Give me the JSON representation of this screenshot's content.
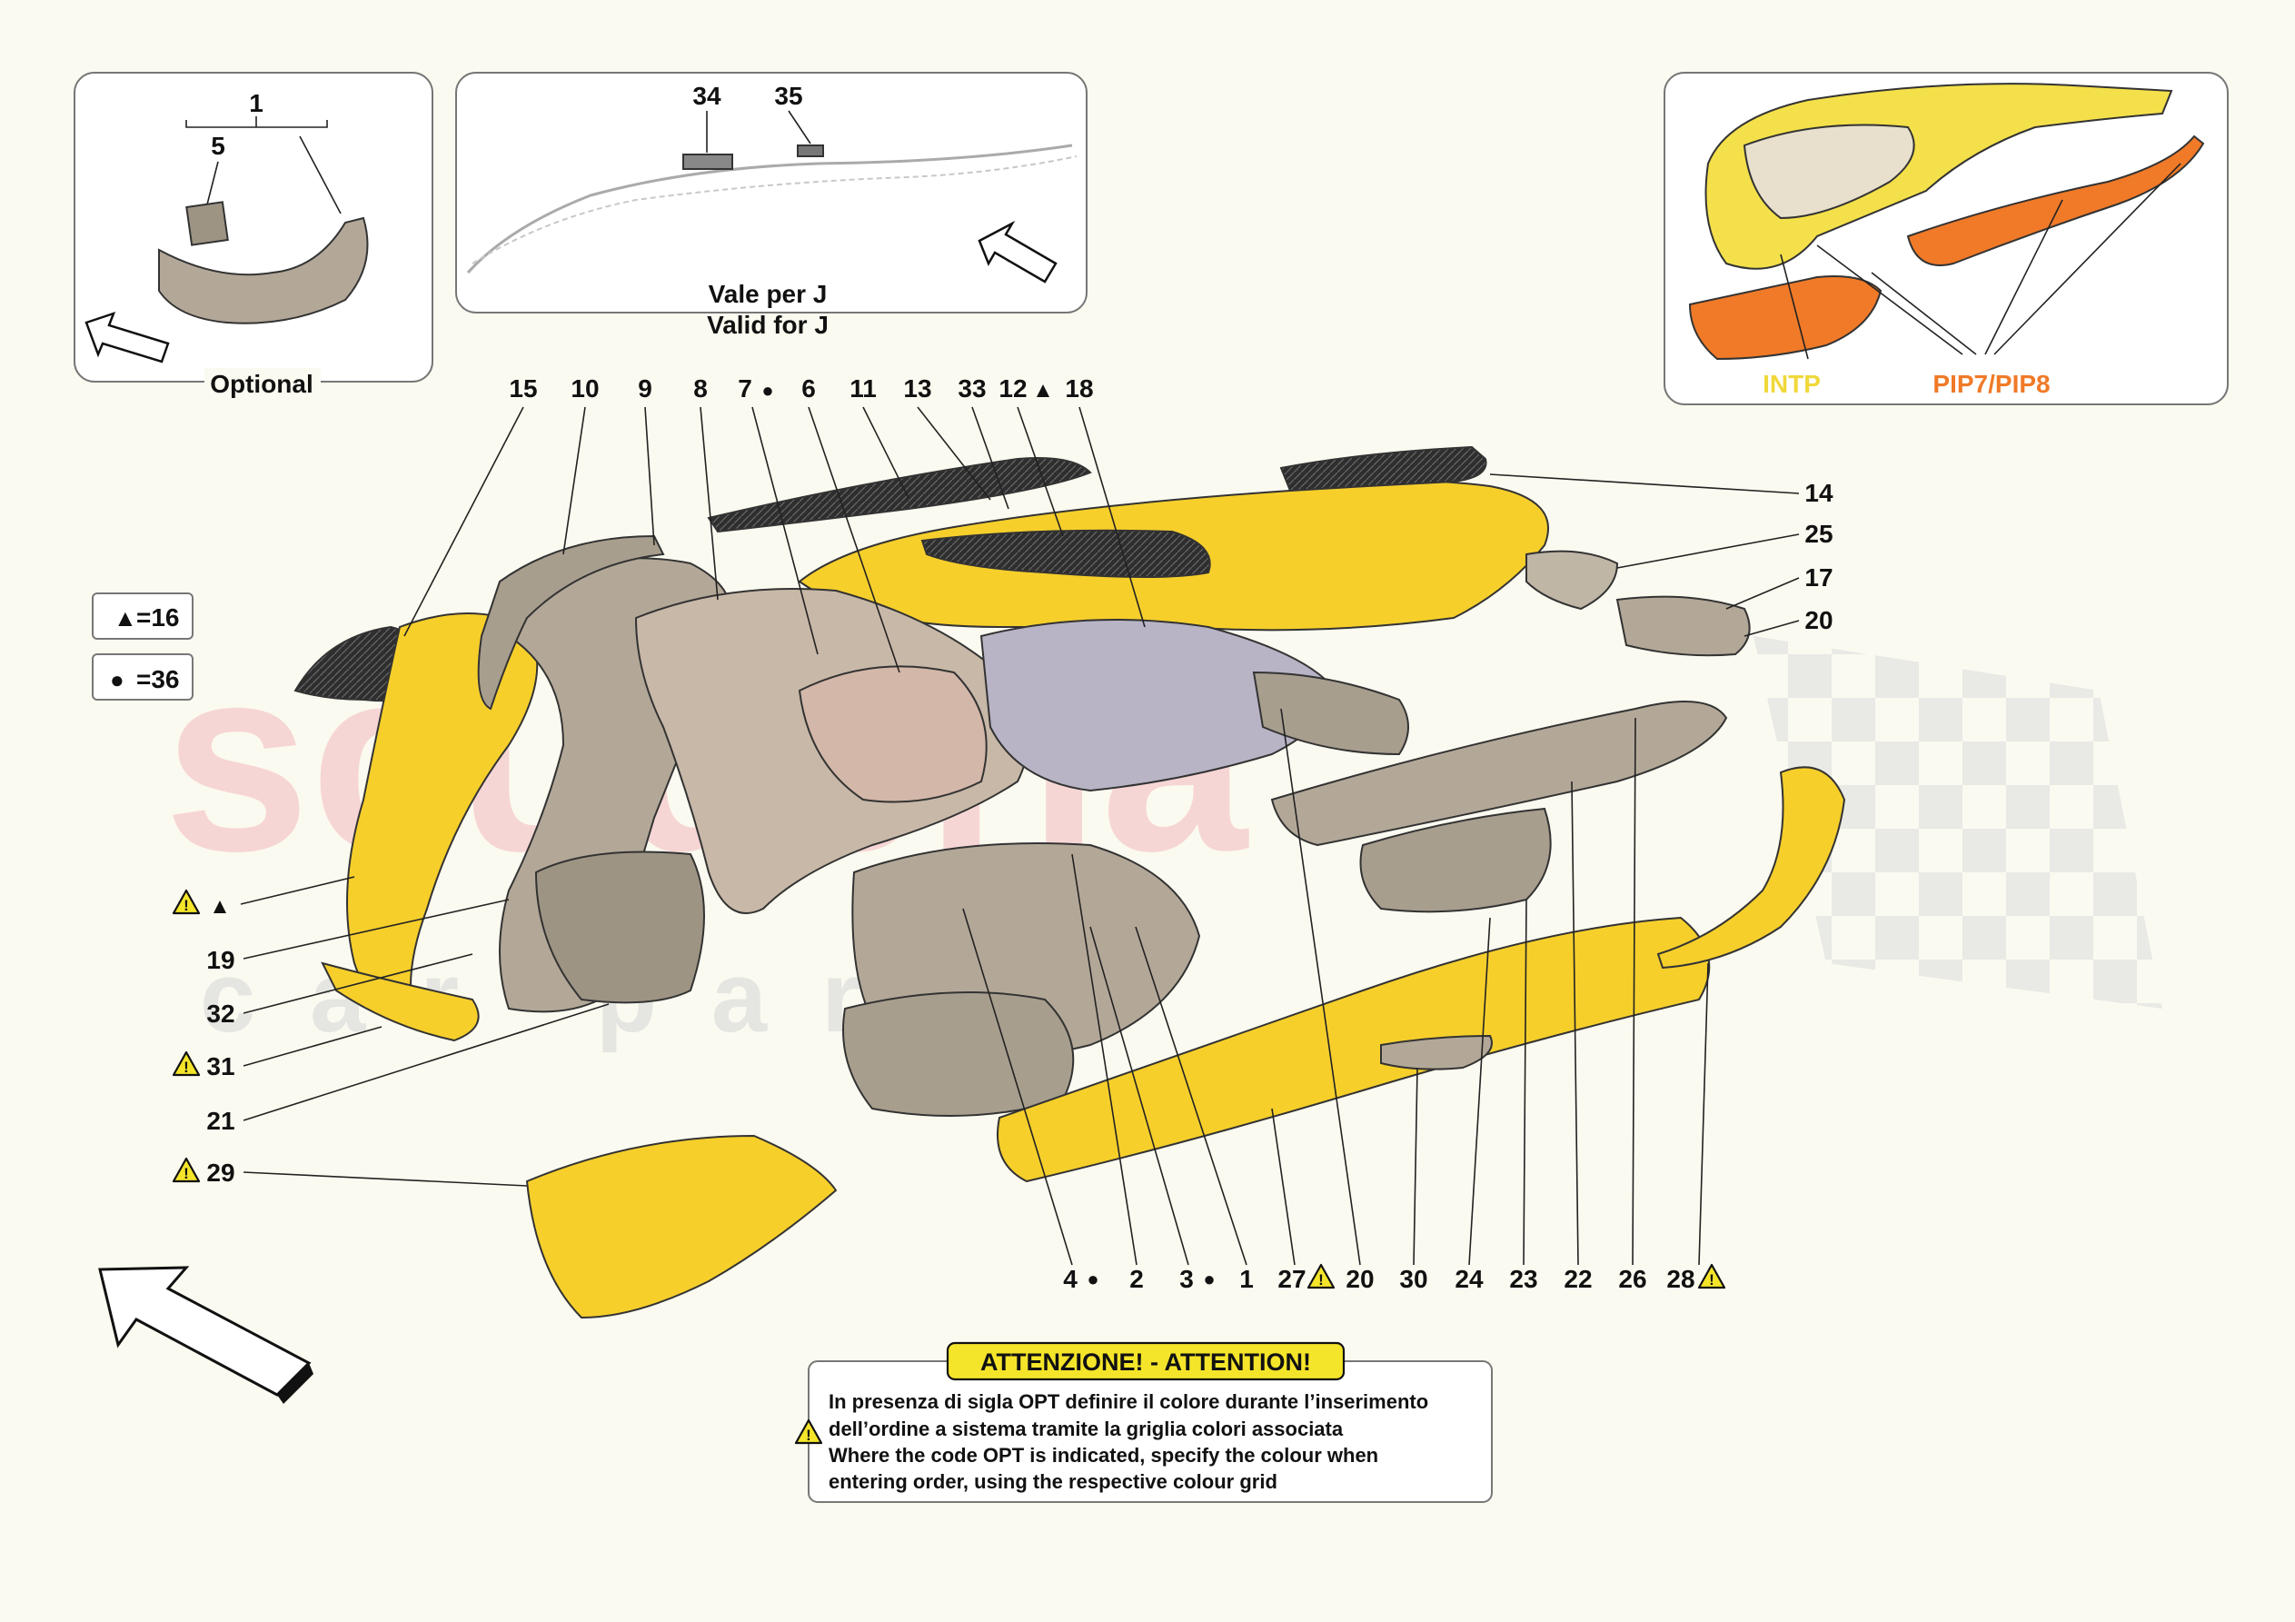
{
  "watermark": {
    "line1": "scuderia",
    "line2": "car parts"
  },
  "insets": {
    "optional": {
      "title": "Optional",
      "group_number": "1",
      "part_number": "5"
    },
    "valid_for_j": {
      "parts": [
        "34",
        "35"
      ],
      "line_it": "Vale per J",
      "line_en": "Valid for J"
    },
    "color_variants": {
      "label_intp": "INTP",
      "label_pip": "PIP7/PIP8",
      "color_intp": "#f4e04a",
      "color_pip": "#f07a28"
    }
  },
  "legend": {
    "triangle": {
      "symbol": "▲",
      "text": "=16"
    },
    "dot": {
      "symbol": "●",
      "text": "=36"
    }
  },
  "top_callouts": [
    {
      "num": "15",
      "mark": ""
    },
    {
      "num": "10",
      "mark": ""
    },
    {
      "num": "9",
      "mark": ""
    },
    {
      "num": "8",
      "mark": ""
    },
    {
      "num": "7",
      "mark": "●"
    },
    {
      "num": "6",
      "mark": ""
    },
    {
      "num": "11",
      "mark": ""
    },
    {
      "num": "13",
      "mark": ""
    },
    {
      "num": "33",
      "mark": ""
    },
    {
      "num": "12",
      "mark": "▲"
    },
    {
      "num": "18",
      "mark": ""
    }
  ],
  "right_callouts": [
    {
      "num": "14"
    },
    {
      "num": "25"
    },
    {
      "num": "17"
    },
    {
      "num": "20"
    }
  ],
  "left_callouts": [
    {
      "num": "",
      "warn": true,
      "mark": "▲"
    },
    {
      "num": "19",
      "warn": false,
      "mark": ""
    },
    {
      "num": "32",
      "warn": false,
      "mark": ""
    },
    {
      "num": "31",
      "warn": true,
      "mark": ""
    },
    {
      "num": "21",
      "warn": false,
      "mark": ""
    },
    {
      "num": "29",
      "warn": true,
      "mark": ""
    }
  ],
  "bottom_callouts": [
    {
      "num": "4",
      "mark": "●",
      "warn": false
    },
    {
      "num": "2",
      "mark": "",
      "warn": false
    },
    {
      "num": "3",
      "mark": "●",
      "warn": false
    },
    {
      "num": "1",
      "mark": "",
      "warn": false
    },
    {
      "num": "27",
      "mark": "",
      "warn": true
    },
    {
      "num": "20",
      "mark": "",
      "warn": false
    },
    {
      "num": "30",
      "mark": "",
      "warn": false
    },
    {
      "num": "24",
      "mark": "",
      "warn": false
    },
    {
      "num": "23",
      "mark": "",
      "warn": false
    },
    {
      "num": "22",
      "mark": "",
      "warn": false
    },
    {
      "num": "26",
      "mark": "",
      "warn": false
    },
    {
      "num": "28",
      "mark": "",
      "warn": true
    }
  ],
  "attention": {
    "title": "ATTENZIONE! - ATTENTION!",
    "line1": "In presenza di sigla OPT definire il colore durante l’inserimento",
    "line2": "dell’ordine a sistema tramite la griglia colori associata",
    "line3": "Where the code OPT is indicated, specify the colour when",
    "line4": "entering order, using the respective colour grid"
  },
  "colors": {
    "yellow_trim": "#f6cf2b",
    "leather_grey": "#b3a898",
    "carbon": "#3a3a3a",
    "warning_yellow": "#f5e52a"
  }
}
